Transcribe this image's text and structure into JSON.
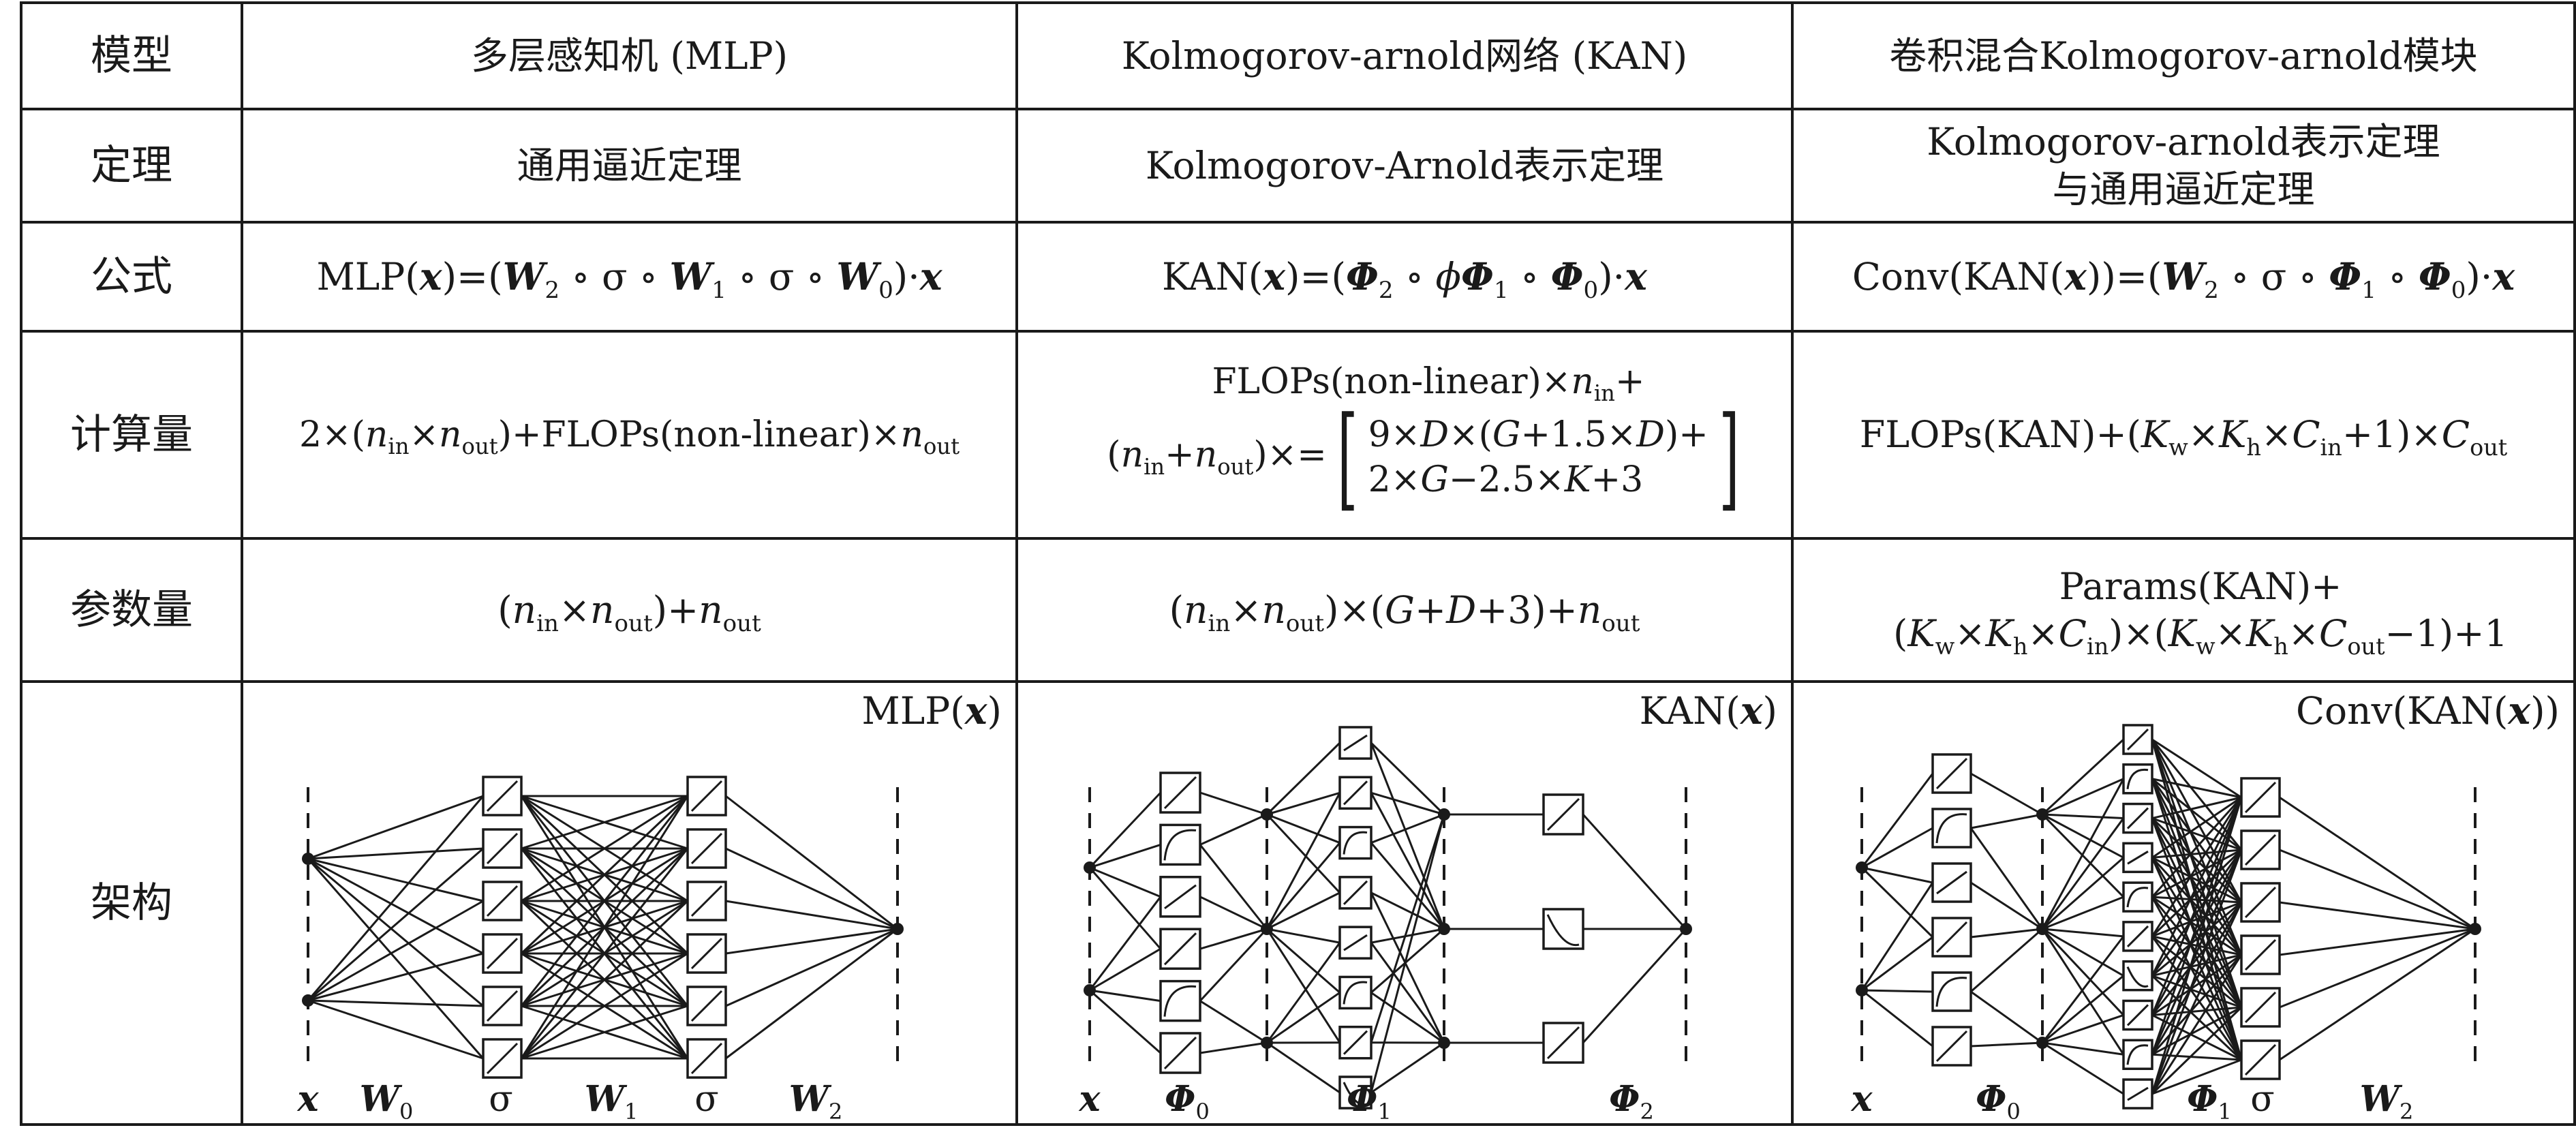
{
  "table": {
    "row_labels": {
      "model": "模型",
      "theorem": "定理",
      "formula": "公式",
      "compute": "计算量",
      "params": "参数量",
      "arch": "架构"
    },
    "mlp": {
      "model": "多层感知机 (MLP)",
      "theorem": "通用逼近定理",
      "arch_title": "MLP(x)",
      "arch_labels": [
        "x",
        "W0",
        "σ",
        "W1",
        "σ",
        "W2"
      ]
    },
    "kan": {
      "model": "Kolmogorov-arnold网络 (KAN)",
      "theorem": "Kolmogorov-Arnold表示定理",
      "arch_title": "KAN(x)",
      "arch_labels": [
        "x",
        "Φ0",
        "Φ1",
        "Φ2"
      ]
    },
    "conv": {
      "model": "卷积混合Kolmogorov-arnold模块",
      "theorem_line1": "Kolmogorov-arnold表示定理",
      "theorem_line2": "与通用逼近定理",
      "arch_title": "Conv(KAN(x))",
      "arch_labels": [
        "x",
        "Φ0",
        "Φ1",
        "σ",
        "W2"
      ]
    }
  }
}
